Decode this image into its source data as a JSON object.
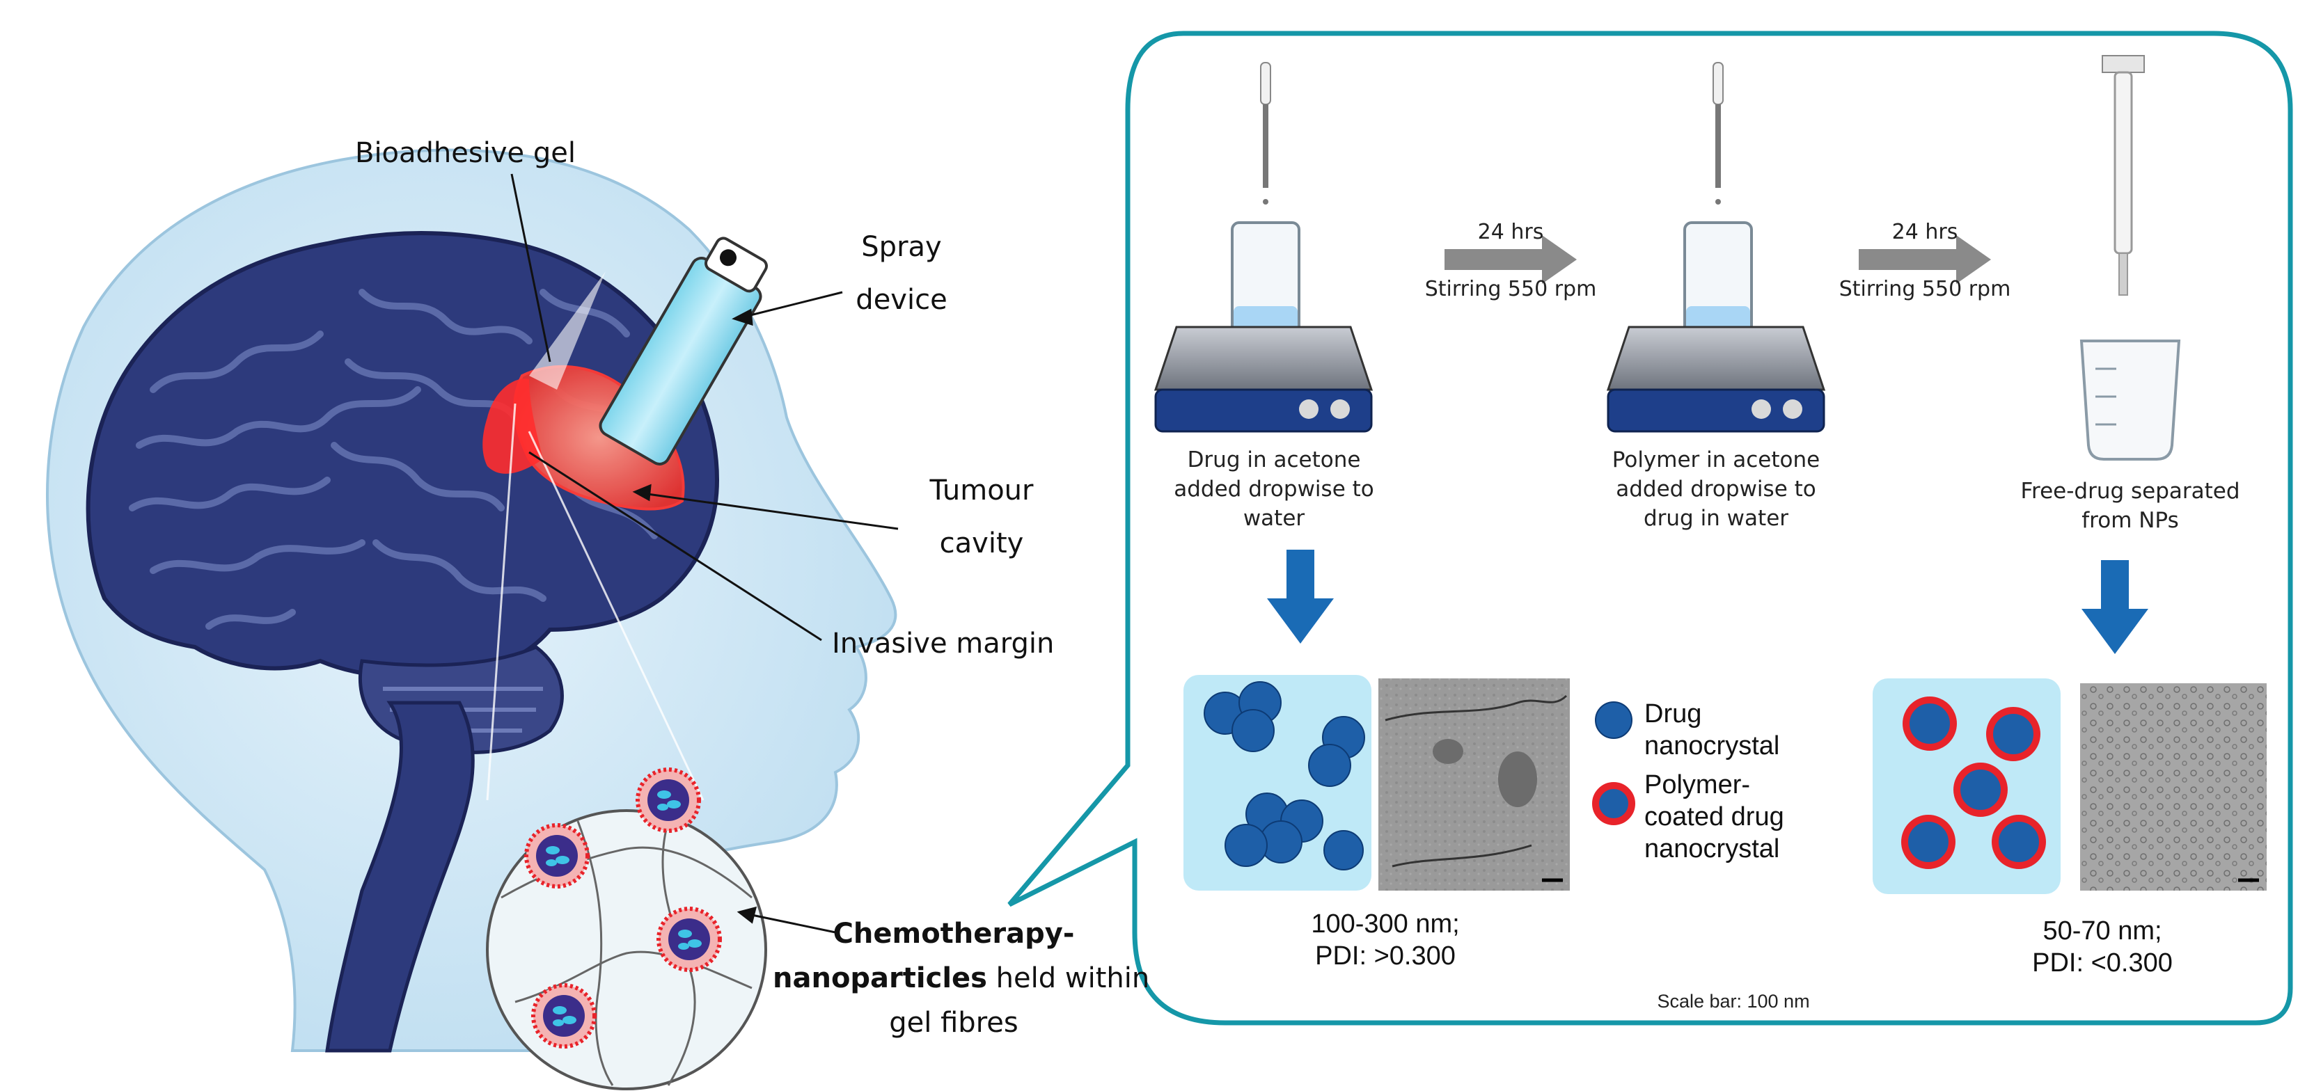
{
  "left": {
    "bioadhesive_gel": "Bioadhesive gel",
    "spray_device": [
      "Spray",
      "device"
    ],
    "tumour_cavity": [
      "Tumour",
      "cavity"
    ],
    "invasive_margin": "Invasive margin",
    "nanoparticles": {
      "bold1": "Chemotherapy-",
      "bold2": "nanoparticles",
      "rest2": " held within",
      "line3": "gel fibres"
    }
  },
  "process": {
    "step1_caption": [
      "Drug in acetone",
      "added dropwise to",
      "water"
    ],
    "arrow1": {
      "top": "24 hrs",
      "bottom": "Stirring 550 rpm"
    },
    "step2_caption": [
      "Polymer in acetone",
      "added dropwise to",
      "drug in water"
    ],
    "arrow2": {
      "top": "24 hrs",
      "bottom": "Stirring 550 rpm"
    },
    "step3_caption": [
      "Free-drug separated",
      "from NPs"
    ]
  },
  "results": {
    "left_size": [
      "100-300 nm;",
      "PDI: >0.300"
    ],
    "right_size": [
      "50-70 nm;",
      "PDI: <0.300"
    ],
    "scale_bar": "Scale bar: 100 nm"
  },
  "legend": {
    "drug": [
      "Drug",
      "nanocrystal"
    ],
    "coated": [
      "Polymer-",
      "coated drug",
      "nanocrystal"
    ]
  },
  "colors": {
    "callout_border": "#1597a8",
    "brain_fill": "#2d3a7c",
    "head_fill": "#cfe6f4",
    "tumour": "#ff5a55",
    "nanocrystal": "#1e5fa8",
    "polymer_coat": "#e8232a",
    "result_bg": "#bfe9f7",
    "arrow_blue": "#1a6bb5",
    "arrow_grey": "#8a8a8a"
  }
}
